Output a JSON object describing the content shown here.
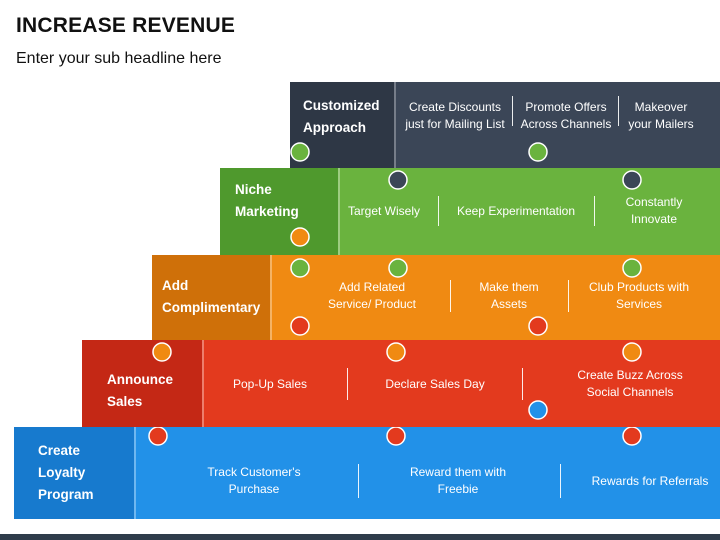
{
  "header": {
    "title": "INCREASE REVENUE",
    "subtitle": "Enter your sub headline here"
  },
  "colors": {
    "navy": "#3b4657",
    "green": "#6ab33e",
    "orange": "#f08a12",
    "red": "#e33a1e",
    "blue": "#2291e8"
  },
  "tiers": [
    {
      "label": "Customized Approach",
      "color": "#3b4657",
      "items": [
        "Create Discounts just for Mailing List",
        "Promote Offers Across Channels",
        "Makeover your Mailers"
      ]
    },
    {
      "label": "Niche Marketing",
      "color": "#6ab33e",
      "items": [
        "Target Wisely",
        "Keep Experimentation",
        "Constantly Innovate"
      ]
    },
    {
      "label": "Add Complimentary",
      "color": "#f08a12",
      "items": [
        "Add Related Service/ Product",
        "Make them Assets",
        "Club Products with Services"
      ]
    },
    {
      "label": "Announce Sales",
      "color": "#e33a1e",
      "items": [
        "Pop-Up Sales",
        "Declare Sales Day",
        "Create Buzz Across Social Channels"
      ]
    },
    {
      "label": "Create Loyalty Program",
      "color": "#2291e8",
      "items": [
        "Track Customer's Purchase",
        "Reward them with Freebie",
        "Rewards for Referrals"
      ]
    }
  ]
}
